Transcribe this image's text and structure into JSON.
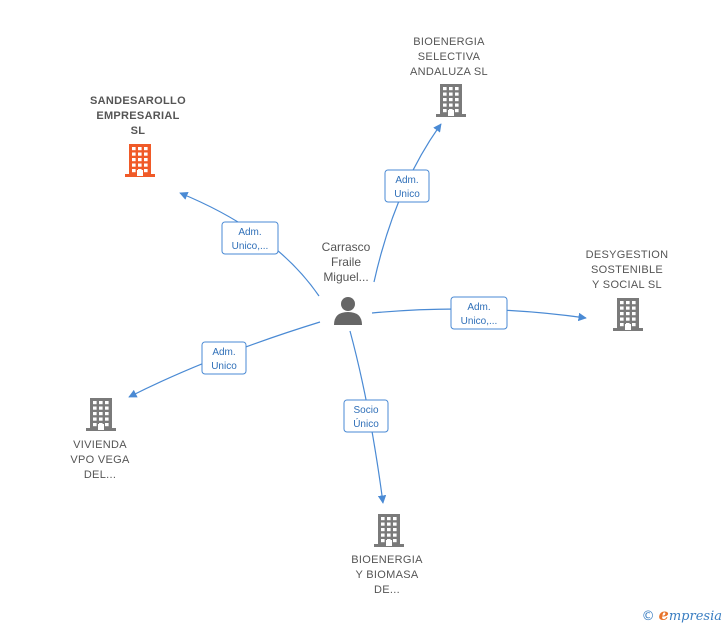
{
  "center": {
    "label_lines": [
      "Carrasco",
      "Fraile",
      "Miguel..."
    ],
    "icon": "person-icon"
  },
  "companies": [
    {
      "id": "sandesarollo",
      "label_lines": [
        "SANDESAROLLO",
        "EMPRESARIAL",
        "SL"
      ],
      "icon": "building-icon",
      "highlight": true
    },
    {
      "id": "bioenergia-selectiva",
      "label_lines": [
        "BIOENERGIA",
        "SELECTIVA",
        "ANDALUZA SL"
      ],
      "icon": "building-icon",
      "highlight": false
    },
    {
      "id": "desygestion",
      "label_lines": [
        "DESYGESTION",
        "SOSTENIBLE",
        "Y SOCIAL  SL"
      ],
      "icon": "building-icon",
      "highlight": false
    },
    {
      "id": "vivienda-vpo",
      "label_lines": [
        "VIVIENDA",
        "VPO VEGA",
        "DEL..."
      ],
      "icon": "building-icon",
      "highlight": false
    },
    {
      "id": "bioenergia-biomasa",
      "label_lines": [
        "BIOENERGIA",
        "Y BIOMASA",
        "DE..."
      ],
      "icon": "building-icon",
      "highlight": false
    }
  ],
  "edges": [
    {
      "to": "sandesarollo",
      "label_lines": [
        "Adm.",
        "Unico,..."
      ]
    },
    {
      "to": "bioenergia-selectiva",
      "label_lines": [
        "Adm.",
        "Unico"
      ]
    },
    {
      "to": "desygestion",
      "label_lines": [
        "Adm.",
        "Unico,..."
      ]
    },
    {
      "to": "vivienda-vpo",
      "label_lines": [
        "Adm.",
        "Unico"
      ]
    },
    {
      "to": "bioenergia-biomasa",
      "label_lines": [
        "Socio",
        "Único"
      ]
    }
  ],
  "colors": {
    "edge": "#4a8ad4",
    "building": "#7a7a7a",
    "building_highlight": "#f05a28",
    "person": "#666666"
  },
  "brand": {
    "copyright": "©",
    "e_letter": "e",
    "rest": "mpresia"
  }
}
